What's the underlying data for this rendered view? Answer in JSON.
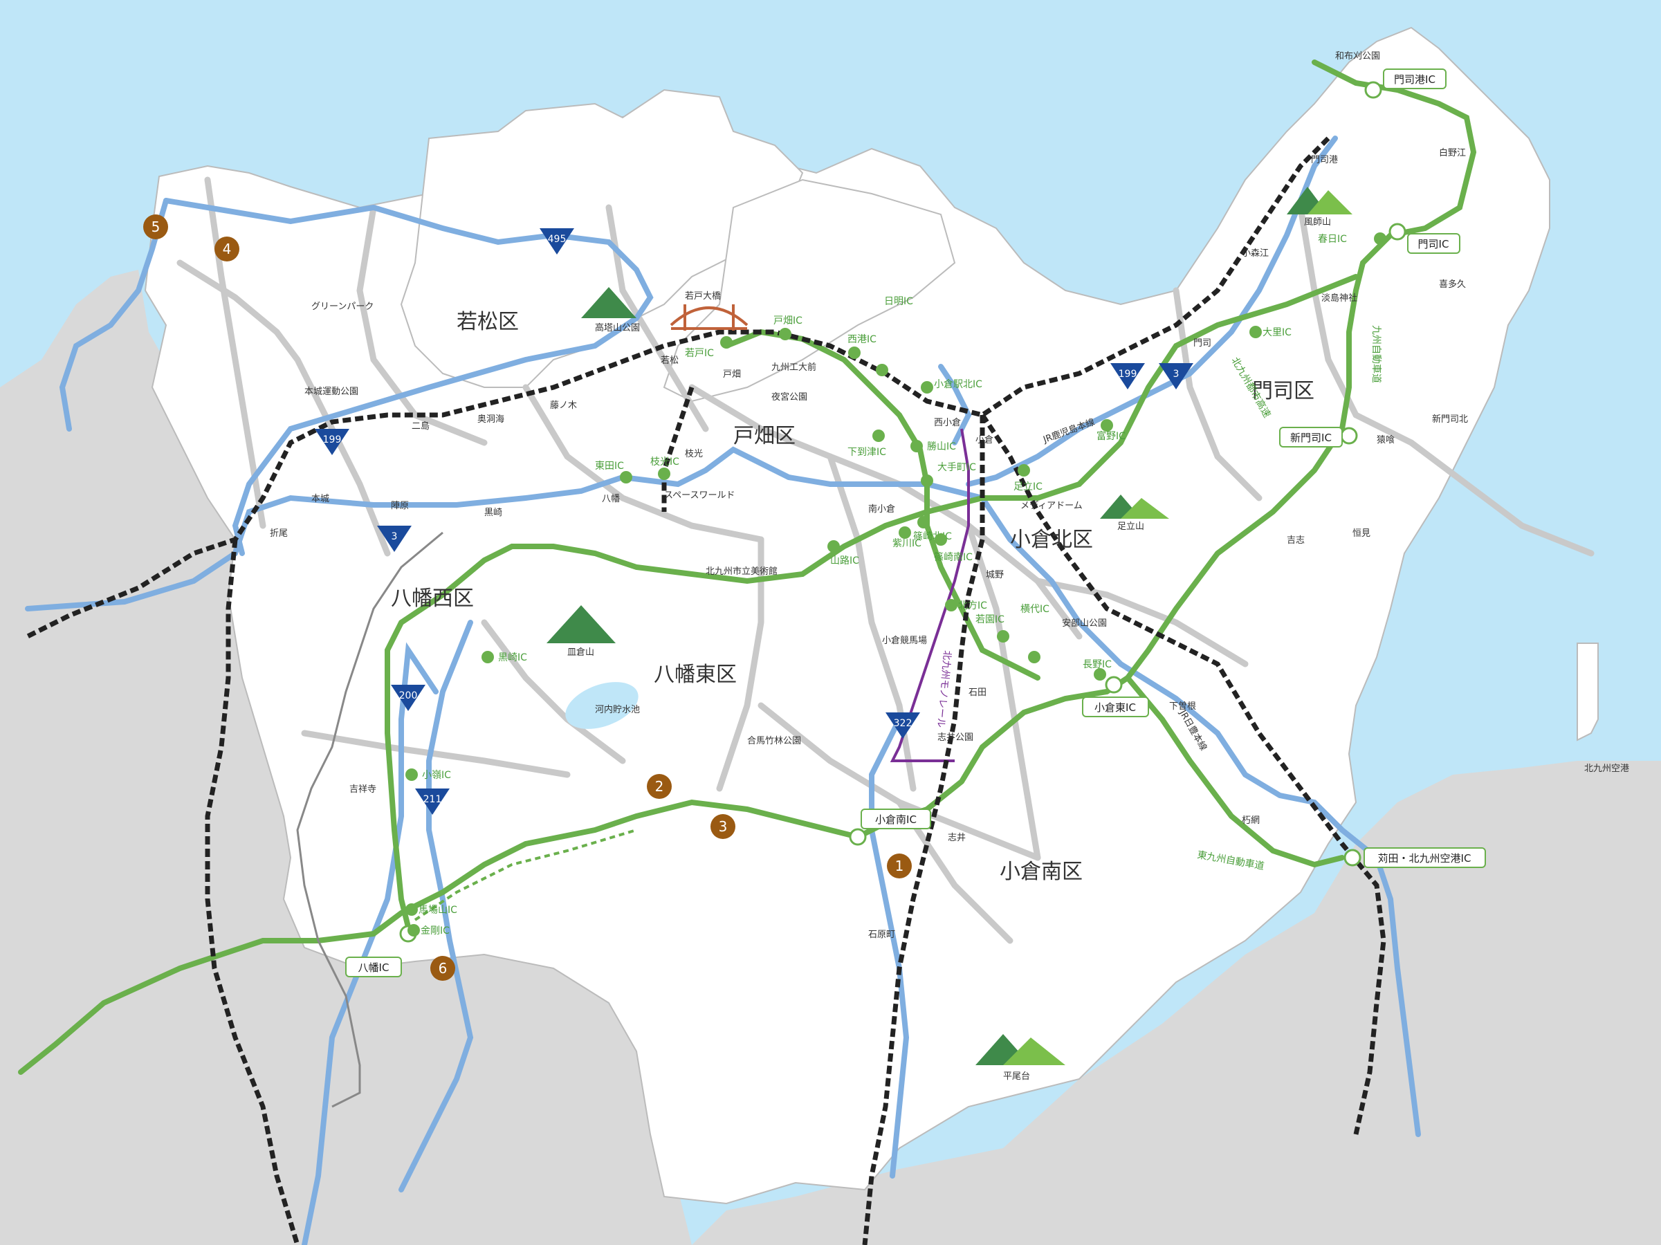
{
  "colors": {
    "sea": "#bfe6f8",
    "land": "#ffffff",
    "outside": "#d9d9d9",
    "road": "#c9c9c9",
    "national_route": "#7faee0",
    "expressway": "#6ab04c",
    "route_shield": "#1a4a9c",
    "monorail": "#7a2f96",
    "marker": "#9a5a12",
    "mountain_dark": "#3f8a4a",
    "mountain_light": "#7bbf4b"
  },
  "wards": [
    "若松区",
    "戸畑区",
    "小倉北区",
    "門司区",
    "八幡西区",
    "八幡東区",
    "小倉南区"
  ],
  "route_shields": [
    "495",
    "199",
    "3",
    "199",
    "3",
    "200",
    "211",
    "322"
  ],
  "interchanges": [
    "門司港IC",
    "門司IC",
    "新門司IC",
    "小倉東IC",
    "苅田・北九州空港IC",
    "小倉南IC",
    "八幡IC"
  ],
  "ic_labels": [
    "戸畑IC",
    "若戸IC",
    "西港IC",
    "日明IC",
    "小倉駅北IC",
    "下到津IC",
    "大手町IC",
    "勝山IC",
    "足立IC",
    "富野IC",
    "大里IC",
    "春日IC",
    "東田IC",
    "枝光IC",
    "山路IC",
    "紫川IC",
    "篠崎北IC",
    "篠崎南IC",
    "北方IC",
    "若園IC",
    "横代IC",
    "長野IC",
    "黒崎IC",
    "小嶺IC",
    "馬場山IC",
    "金剛IC"
  ],
  "expressway_labels": [
    "北九州都市高速",
    "九州自動車道",
    "東九州自動車道"
  ],
  "rail_labels": [
    "JR鹿児島本線",
    "JR日豊本線"
  ],
  "monorail_label": "北九州モノレール",
  "stations": [
    "門司港",
    "小森江",
    "門司",
    "小倉",
    "西小倉",
    "南小倉",
    "城野",
    "安部山公園",
    "下曽根",
    "朽網",
    "石田",
    "志井公園",
    "志井",
    "石原町",
    "九州工大前",
    "戸畑",
    "枝光",
    "スペースワールド",
    "八幡",
    "黒崎",
    "陣原",
    "折尾",
    "本城",
    "二島",
    "奥洞海",
    "藤ノ木",
    "若松"
  ],
  "places": [
    "和布刈公園",
    "白野江",
    "風師山",
    "淡島神社",
    "喜多久",
    "猿喰",
    "新門司北",
    "吉志",
    "恒見",
    "北九州空港",
    "高塔山公園",
    "若戸大橋",
    "グリーンパーク",
    "本城運動公園",
    "夜宮公園",
    "メディアドーム",
    "足立山",
    "北九州市立美術館",
    "皿倉山",
    "河内貯水池",
    "合馬竹林公園",
    "小倉競馬場",
    "吉祥寺",
    "平尾台"
  ],
  "markers": [
    "1",
    "2",
    "3",
    "4",
    "5",
    "6"
  ]
}
